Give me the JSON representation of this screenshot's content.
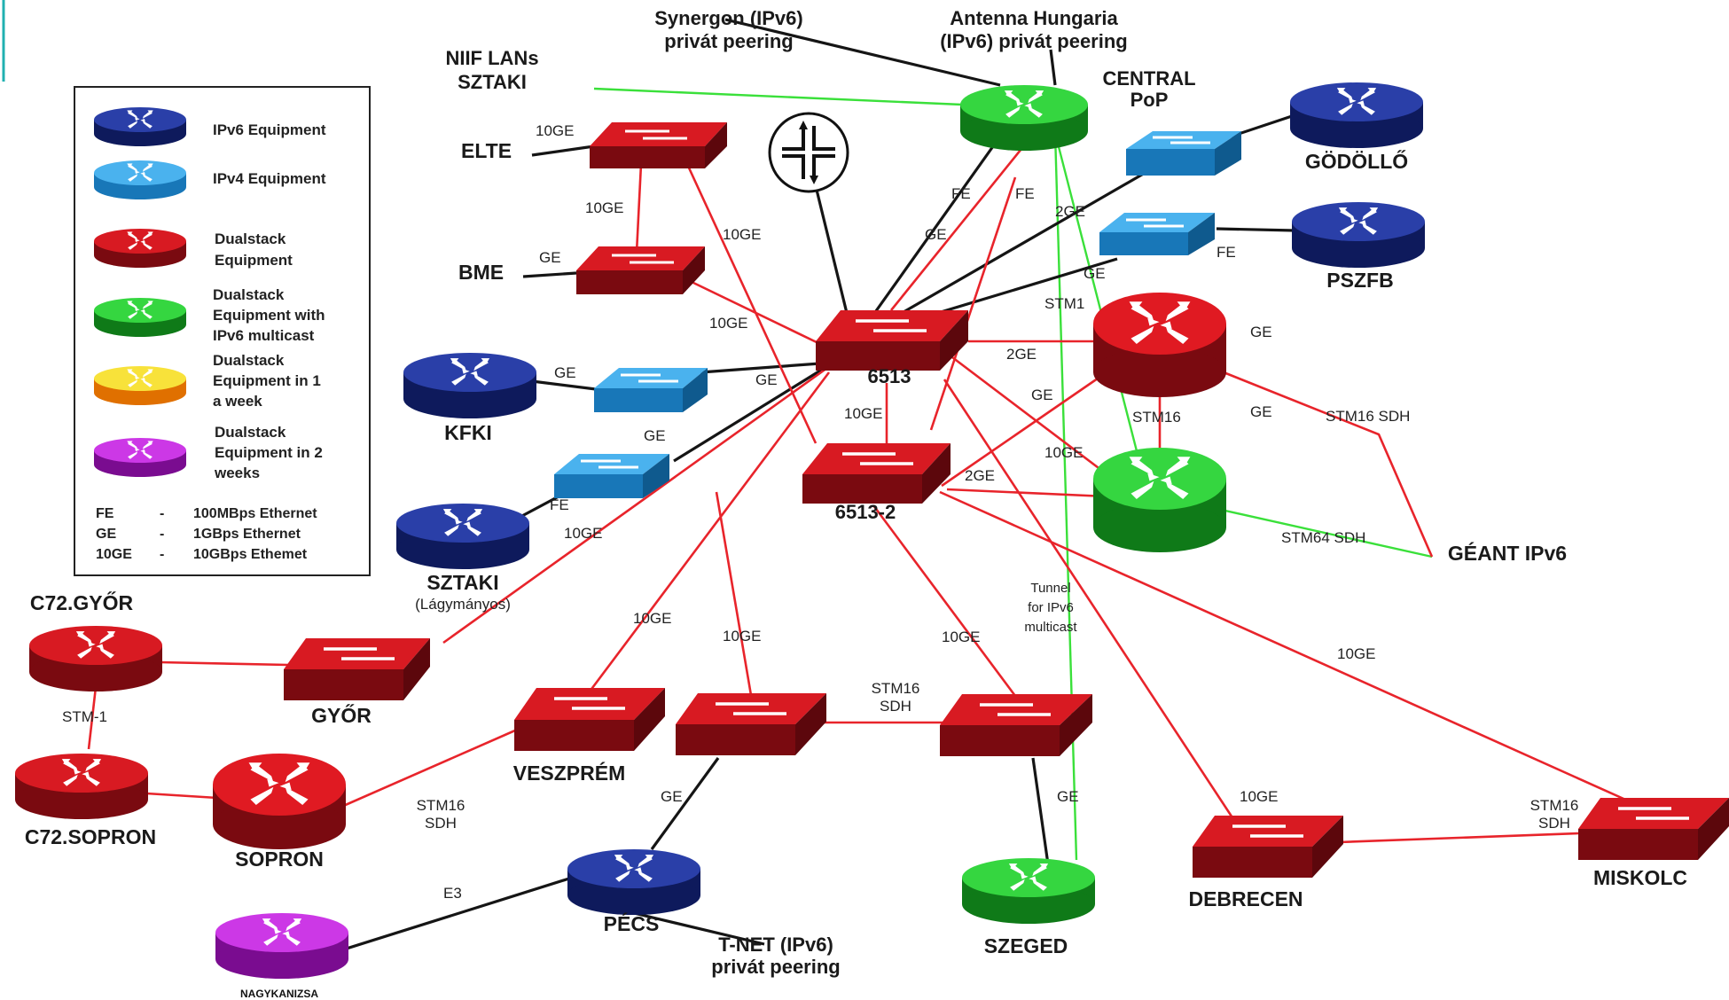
{
  "colors": {
    "dualstack": "#b3141c",
    "ipv6": "#1c2e8c",
    "ipv4": "#3aa0e0",
    "multicast": "#1fb82a",
    "oneweek": "#f4a000",
    "twoweeks": "#b020c8",
    "link_red": "#e8242b",
    "link_green": "#3ae03a",
    "link_black": "#151515"
  },
  "legend": {
    "items": [
      {
        "label1": "IPv6 Equipment",
        "label2": "",
        "label3": "",
        "icon": "ipv6-router-icon"
      },
      {
        "label1": "IPv4 Equipment",
        "label2": "",
        "label3": "",
        "icon": "ipv4-router-icon"
      },
      {
        "label1": "Dualstack",
        "label2": "Equipment",
        "label3": "",
        "icon": "dualstack-router-icon"
      },
      {
        "label1": "Dualstack",
        "label2": "Equipment with",
        "label3": "IPv6 multicast",
        "icon": "multicast-router-icon"
      },
      {
        "label1": "Dualstack",
        "label2": "Equipment in 1",
        "label3": "a week",
        "icon": "oneweek-router-icon"
      },
      {
        "label1": "Dualstack",
        "label2": "Equipment in 2",
        "label3": "weeks",
        "icon": "twoweeks-router-icon"
      }
    ],
    "defs": [
      {
        "abbr": "FE",
        "dash": "-",
        "desc": "100MBps Ethernet"
      },
      {
        "abbr": "GE",
        "dash": "-",
        "desc": "1GBps Ethernet"
      },
      {
        "abbr": "10GE",
        "dash": "-",
        "desc": "10GBps Ethemet"
      }
    ]
  },
  "nodes": {
    "synergon": [
      "Synergon (IPv6)",
      "privát peering"
    ],
    "antenna": [
      "Antenna Hungaria",
      "(IPv6) privát peering"
    ],
    "niif": [
      "NIIF LANs",
      "SZTAKI"
    ],
    "central": [
      "CENTRAL",
      "PoP"
    ],
    "elte": "ELTE",
    "bme": "BME",
    "godollo": "GÖDÖLLŐ",
    "pszfb": "PSZFB",
    "kfki": "KFKI",
    "sztaki": "SZTAKI",
    "sztaki_sub": "(Lágymányos)",
    "s6513": "6513",
    "s6513_2": "6513-2",
    "geant": "GÉANT IPv6",
    "c72gyor": "C72.GYŐR",
    "c72sopron": "C72.SOPRON",
    "gyor": "GYŐR",
    "sopron": "SOPRON",
    "veszprem": "VESZPRÉM",
    "pecs": "PÉCS",
    "szeged": "SZEGED",
    "debrecen": "DEBRECEN",
    "miskolc": "MISKOLC",
    "nagykanizsa": "NAGYKANIZSA",
    "tnet": [
      "T-NET (IPv6)",
      "privát peering"
    ],
    "tunnel": [
      "Tunnel",
      "for IPv6",
      "multicast"
    ]
  },
  "link_labels": {
    "elte_10ge": "10GE",
    "elte_bme_10ge": "10GE",
    "elte_6513_10ge": "10GE",
    "bme_ge": "GE",
    "bme_6513_10ge": "10GE",
    "central_fe1": "FE",
    "central_fe2": "FE",
    "central_ge": "GE",
    "central_2ge": "2GE",
    "pszfb_ge": "GE",
    "pszfb_fe": "FE",
    "stm1": "STM1",
    "core_2ge": "2GE",
    "red_router_ge": "GE",
    "kfki_ge": "GE",
    "kfki_6513_ge": "GE",
    "s6513_ge_right": "GE",
    "stm16": "STM16",
    "stm16_ge": "GE",
    "stm16_sdh": "STM16 SDH",
    "core_10ge": "10GE",
    "mc_10ge": "10GE",
    "sztaki_ge": "GE",
    "sztaki_fe": "FE",
    "sztaki_10ge": "10GE",
    "s6513_2_2ge": "2GE",
    "stm64": "STM64 SDH",
    "veszprem_10ge": "10GE",
    "pecs_10ge": "10GE",
    "szeged_10ge": "10GE",
    "miskolc_10ge": "10GE",
    "stm_1": "STM-1",
    "pecs_szeged_stm16": [
      "STM16",
      "SDH"
    ],
    "sopron_stm16": [
      "STM16",
      "SDH"
    ],
    "pecs_ge": "GE",
    "szeged_ge": "GE",
    "debrecen_10ge": "10GE",
    "miskolc_stm16": [
      "STM16",
      "SDH"
    ],
    "e3": "E3"
  }
}
